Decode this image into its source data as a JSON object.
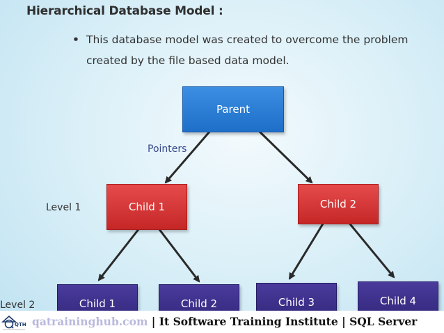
{
  "slide": {
    "title": "Hierarchical Database Model :",
    "bullet": "This database model was created to overcome the problem created by the file based data model."
  },
  "diagram": {
    "root": "Parent",
    "pointer_label": "Pointers",
    "level1_label": "Level 1",
    "level2_label": "Level 2",
    "level1": [
      "Child 1",
      "Child 2"
    ],
    "level2": [
      "Child 1",
      "Child 2",
      "Child 3",
      "Child 4"
    ]
  },
  "footer": {
    "site": "qatraininghub.com",
    "text": " | It Software Training Institute | SQL Server",
    "logo_text": "QTH"
  },
  "colors": {
    "parent": "#1e6fc8",
    "level1": "#c52727",
    "level2": "#2f2578"
  }
}
